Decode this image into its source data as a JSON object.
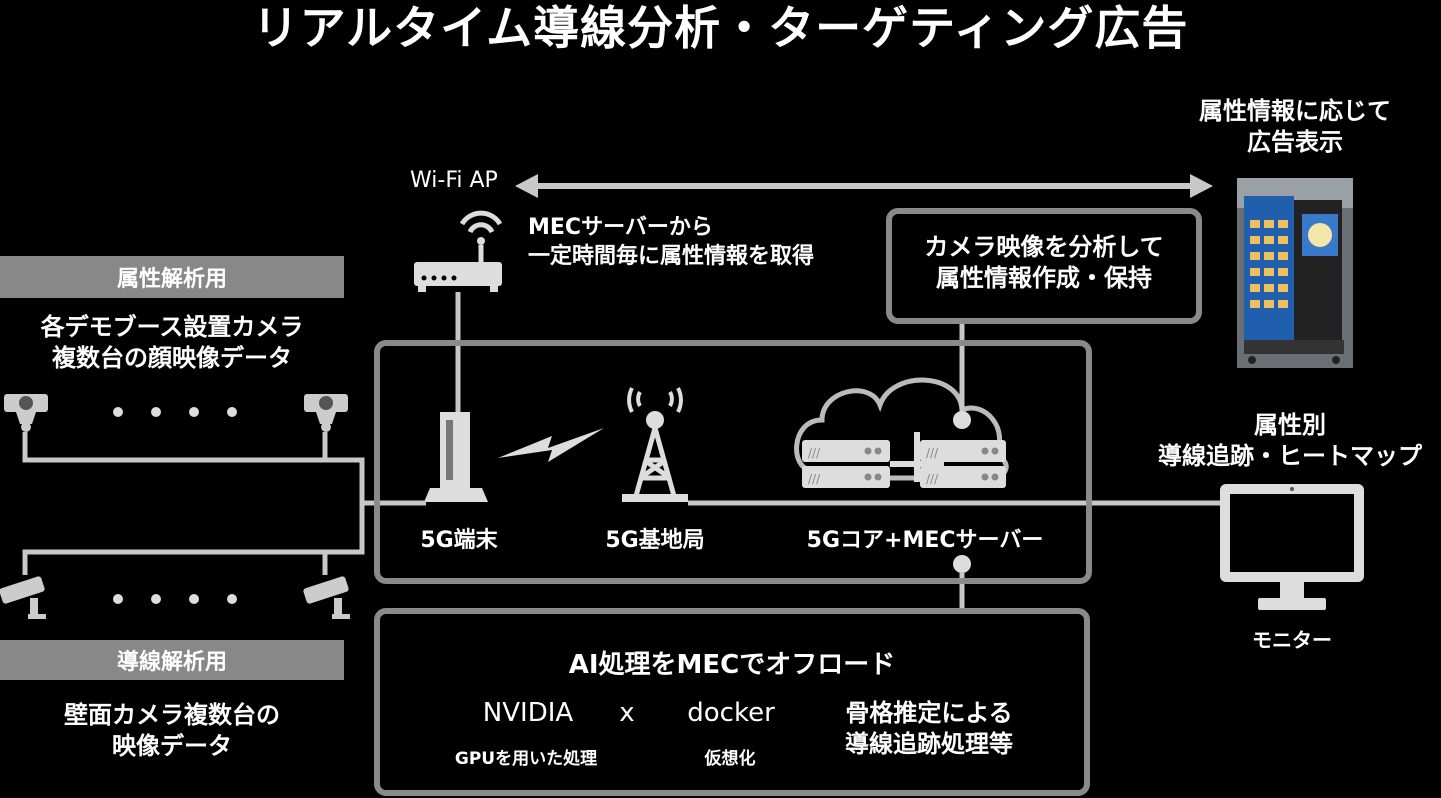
{
  "title": "リアルタイム導線分析・ターゲティング広告",
  "wifi": {
    "label": "Wi-Fi AP",
    "note_line1": "MECサーバーから",
    "note_line2": "一定時間毎に属性情報を取得"
  },
  "attribute": {
    "header": "属性解析用",
    "desc_line1": "各デモブース設置カメラ",
    "desc_line2": "複数台の顔映像データ"
  },
  "flow": {
    "header": "導線解析用",
    "desc_line1": "壁面カメラ複数台の",
    "desc_line2": "映像データ"
  },
  "network": {
    "terminal_label": "5G端末",
    "base_station_label": "5G基地局",
    "core_label": "5Gコア+MECサーバー"
  },
  "analysis_box": {
    "line1": "カメラ映像を分析して",
    "line2": "属性情報作成・保持"
  },
  "signage": {
    "caption_line1": "属性情報に応じて",
    "caption_line2": "広告表示"
  },
  "monitor": {
    "caption_line1": "属性別",
    "caption_line2": "導線追跡・ヒートマップ",
    "label": "モニター"
  },
  "offload": {
    "heading": "AI処理をMECでオフロード",
    "nvidia": "NVIDIA",
    "times": "x",
    "docker": "docker",
    "gpu_note": "GPUを用いた処理",
    "virt_note": "仮想化",
    "pose_line1": "骨格推定による",
    "pose_line2": "導線追跡処理等"
  },
  "colors": {
    "line": "#c8c8c8",
    "box_border": "#8a8a8a",
    "gray_bar": "#888888",
    "signage_blue": "#1f5fae"
  }
}
